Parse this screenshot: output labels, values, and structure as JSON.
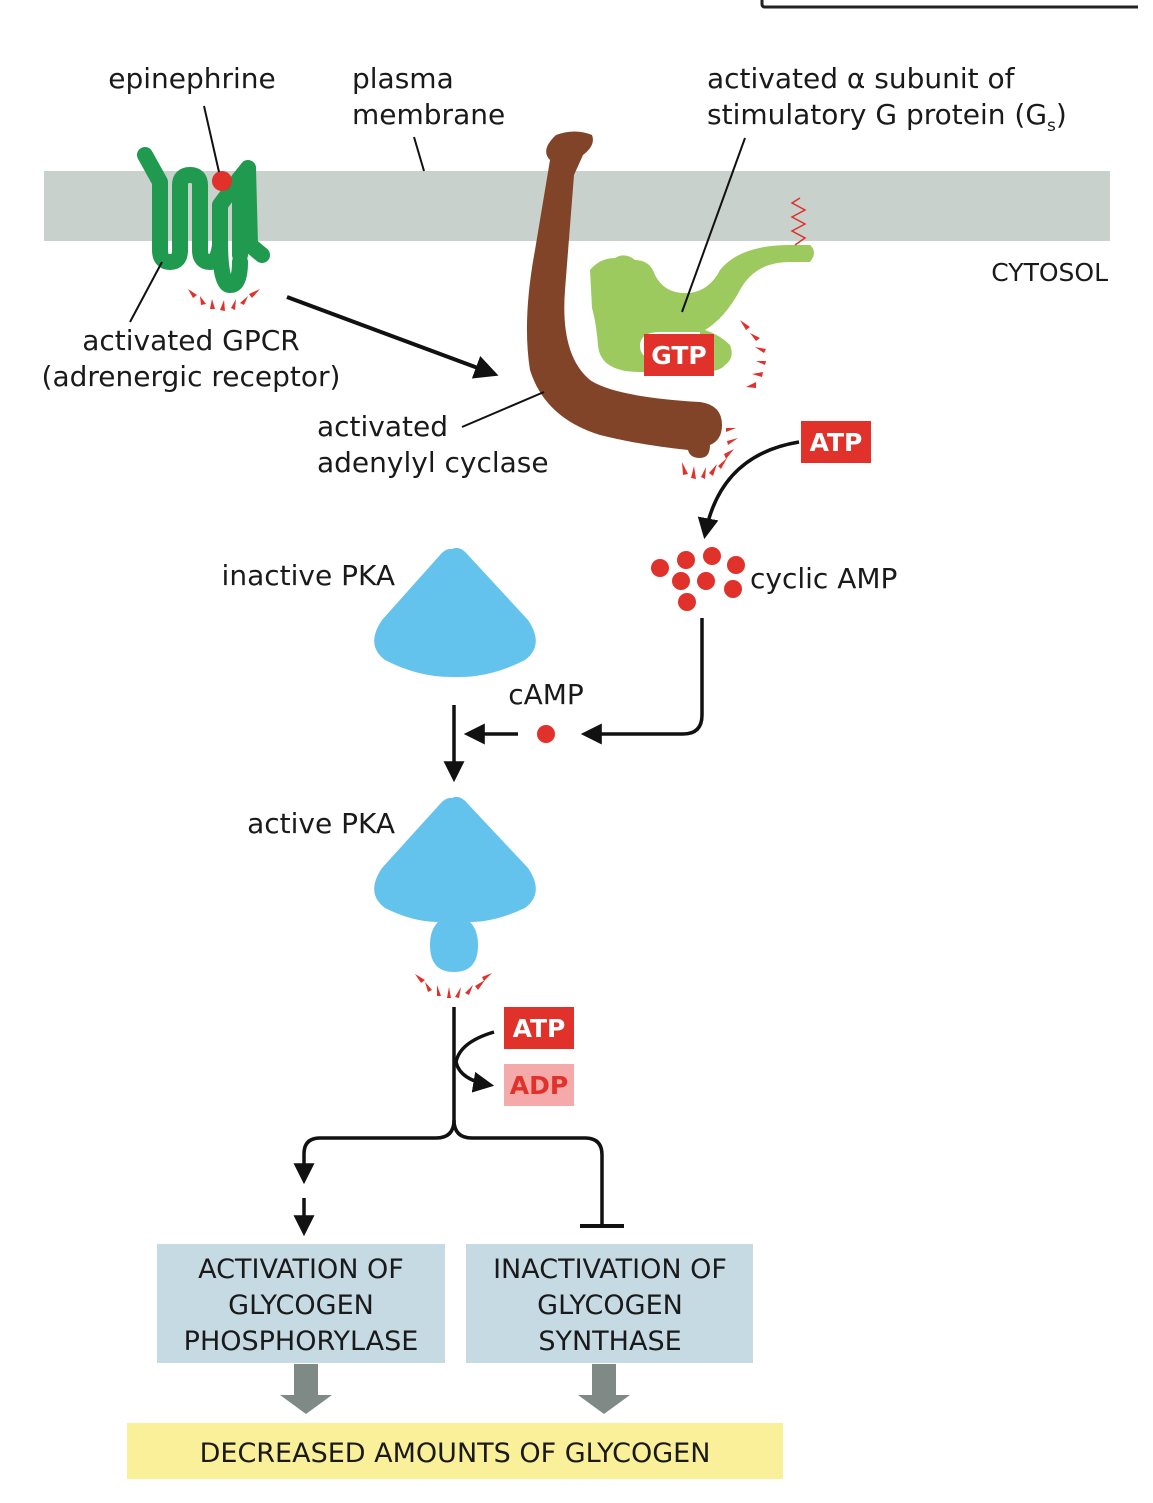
{
  "colors": {
    "membrane": "#c8d1cc",
    "gpcr": "#1f9a4e",
    "ligand": "#e0312a",
    "adenylyl_cyclase": "#824428",
    "g_alpha": "#9dca5f",
    "pka": "#64c3ec",
    "chip_red": "#e0312a",
    "chip_adp_bg": "#f5a9a8",
    "effect_box": "#c6dae3",
    "outcome_box": "#faf09a",
    "wide_arrow": "#7f8a87",
    "activation_spark": "#e0312a"
  },
  "labels": {
    "epinephrine": "epinephrine",
    "plasma_membrane_l1": "plasma",
    "plasma_membrane_l2": "membrane",
    "g_alpha_l1": "activated α subunit of",
    "g_alpha_l2_prefix": "stimulatory G protein (G",
    "g_alpha_l2_sub": "s",
    "g_alpha_l2_suffix": ")",
    "cytosol": "CYTOSOL",
    "gpcr_l1": "activated GPCR",
    "gpcr_l2": "(adrenergic receptor)",
    "cyclase_l1": "activated",
    "cyclase_l2": "adenylyl cyclase",
    "inactive_pka": "inactive PKA",
    "cyclic_amp": "cyclic AMP",
    "camp": "cAMP",
    "active_pka": "active PKA"
  },
  "chips": {
    "gtp": "GTP",
    "atp_cyclase": "ATP",
    "atp_pka": "ATP",
    "adp_pka": "ADP"
  },
  "effects": {
    "left": [
      "ACTIVATION OF",
      "GLYCOGEN",
      "PHOSPHORYLASE"
    ],
    "right": [
      "INACTIVATION OF",
      "GLYCOGEN",
      "SYNTHASE"
    ]
  },
  "outcome": "DECREASED AMOUNTS OF GLYCOGEN"
}
